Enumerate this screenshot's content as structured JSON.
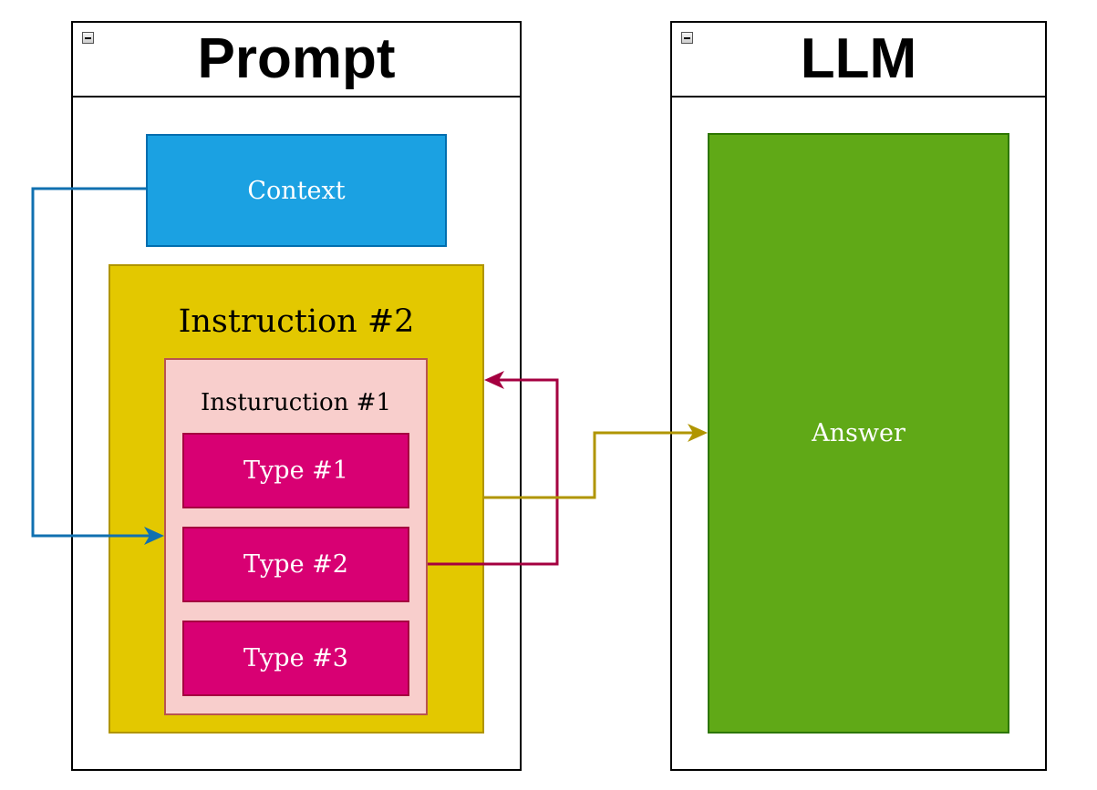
{
  "containers": {
    "prompt": {
      "title": "Prompt"
    },
    "llm": {
      "title": "LLM"
    }
  },
  "nodes": {
    "context": "Context",
    "instruction2": "Instruction #2",
    "instruction1": "Insturuction #1",
    "type1": "Type #1",
    "type2": "Type #2",
    "type3": "Type #3",
    "answer": "Answer"
  },
  "colors": {
    "context_fill": "#1ba1e2",
    "instruction2_fill": "#e3c800",
    "instruction1_fill": "#f8cecc",
    "type_fill": "#d80073",
    "answer_fill": "#60a917",
    "edge_context": "#006eaf",
    "edge_type2": "#a50040",
    "edge_instruction2": "#b09500"
  },
  "icons": [
    "collapse-icon"
  ],
  "edges": [
    {
      "from": "Context",
      "to": "Insturuction #1"
    },
    {
      "from": "Type #2",
      "to": "Instruction #2"
    },
    {
      "from": "Instruction #2",
      "to": "Answer"
    }
  ]
}
